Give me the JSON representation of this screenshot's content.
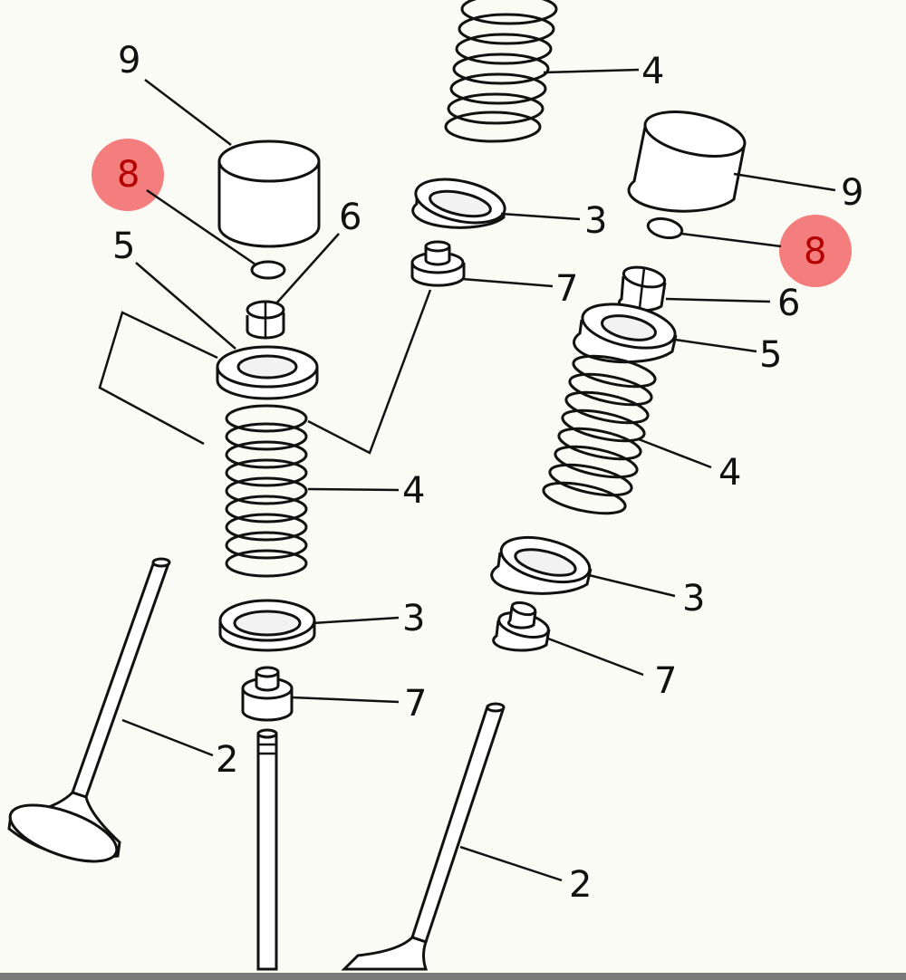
{
  "diagram": {
    "callouts": [
      {
        "id": "9-left",
        "text": "9"
      },
      {
        "id": "8-left",
        "text": "8",
        "highlight": true
      },
      {
        "id": "6-left",
        "text": "6"
      },
      {
        "id": "5-left",
        "text": "5"
      },
      {
        "id": "4-left",
        "text": "4"
      },
      {
        "id": "3-left",
        "text": "3"
      },
      {
        "id": "7-left",
        "text": "7"
      },
      {
        "id": "2-left",
        "text": "2"
      },
      {
        "id": "4-top",
        "text": "4"
      },
      {
        "id": "3-center",
        "text": "3"
      },
      {
        "id": "7-center",
        "text": "7"
      },
      {
        "id": "9-right",
        "text": "9"
      },
      {
        "id": "8-right",
        "text": "8",
        "highlight": true
      },
      {
        "id": "6-right",
        "text": "6"
      },
      {
        "id": "5-right",
        "text": "5"
      },
      {
        "id": "4-right",
        "text": "4"
      },
      {
        "id": "3-right",
        "text": "3"
      },
      {
        "id": "7-right",
        "text": "7"
      },
      {
        "id": "2-right",
        "text": "2"
      }
    ],
    "highlight_color": "#f47d7d"
  }
}
